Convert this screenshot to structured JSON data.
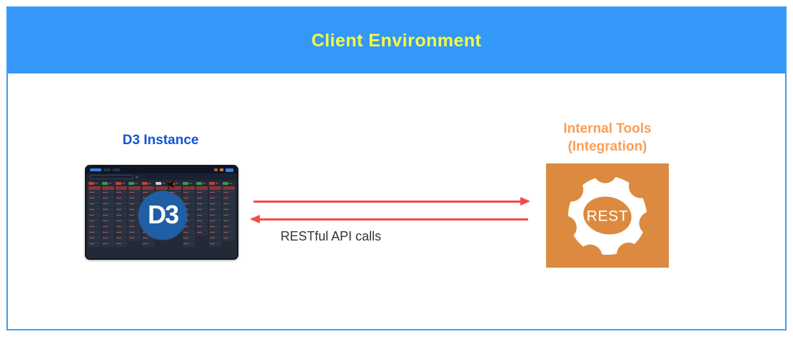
{
  "header": {
    "title": "Client Environment"
  },
  "d3": {
    "label": "D3 Instance",
    "logo_text": "D3"
  },
  "internal_tools": {
    "label_line1": "Internal Tools",
    "label_line2": "(Integration)",
    "gear_label": "REST"
  },
  "connection": {
    "label": "RESTful API calls"
  },
  "dashboard": {
    "columns": [
      {
        "badge": "red",
        "cards": 10
      },
      {
        "badge": "green",
        "cards": 10
      },
      {
        "badge": "red",
        "cards": 10
      },
      {
        "badge": "green",
        "cards": 9
      },
      {
        "badge": "red",
        "cards": 10
      },
      {
        "badge": "light",
        "cards": 4
      },
      {
        "badge": "red",
        "cards": 5
      },
      {
        "badge": "green",
        "cards": 10
      },
      {
        "badge": "green",
        "cards": 8
      },
      {
        "badge": "red",
        "cards": 10
      },
      {
        "badge": "green",
        "cards": 9
      }
    ],
    "badge_colors": {
      "red": "#c14340",
      "green": "#2f9e52",
      "light": "#ccd2da"
    }
  },
  "colors": {
    "header_bg": "#3398f7",
    "header_text": "#fafc3e",
    "frame_border": "#3f9bf2",
    "d3_label_text": "#1155d4",
    "d3_logo_bg": "#1f5fa5",
    "tools_label_text": "#fb9e55",
    "tools_box_bg": "#dc8a40",
    "arrow": "#f94848",
    "connection_text": "#333333",
    "dashboard_bg": "#222937"
  }
}
